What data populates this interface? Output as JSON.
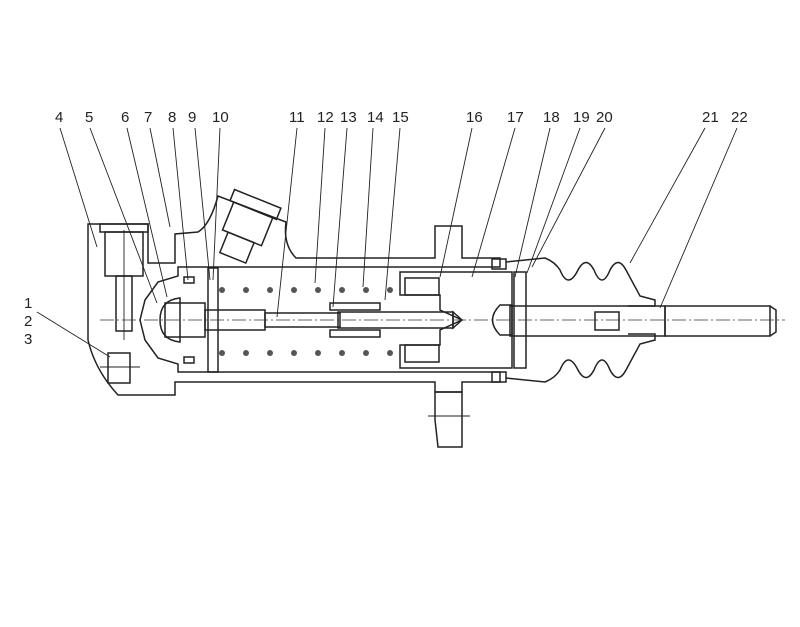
{
  "drawing": {
    "title": "Clutch master cylinder cross-section",
    "callouts": [
      "1",
      "2",
      "3",
      "4",
      "5",
      "6",
      "7",
      "8",
      "9",
      "10",
      "11",
      "12",
      "13",
      "14",
      "15",
      "16",
      "17",
      "18",
      "19",
      "20",
      "21",
      "22"
    ]
  }
}
